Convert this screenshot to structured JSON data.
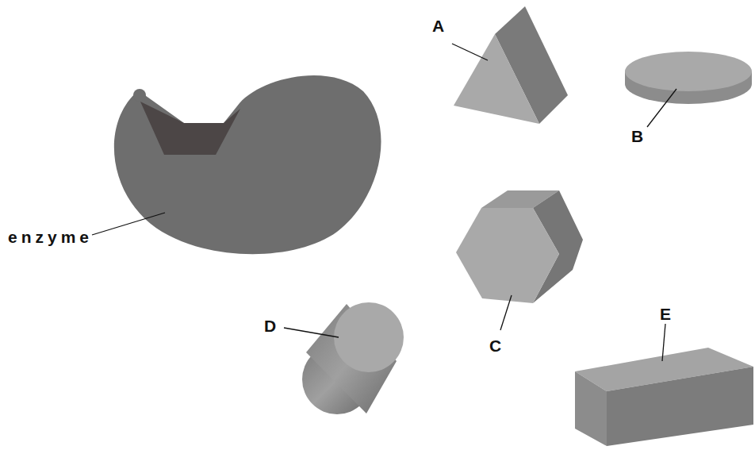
{
  "diagram": {
    "labels": [
      "A",
      "B",
      "enzyme",
      "C",
      "D",
      "E"
    ]
  }
}
